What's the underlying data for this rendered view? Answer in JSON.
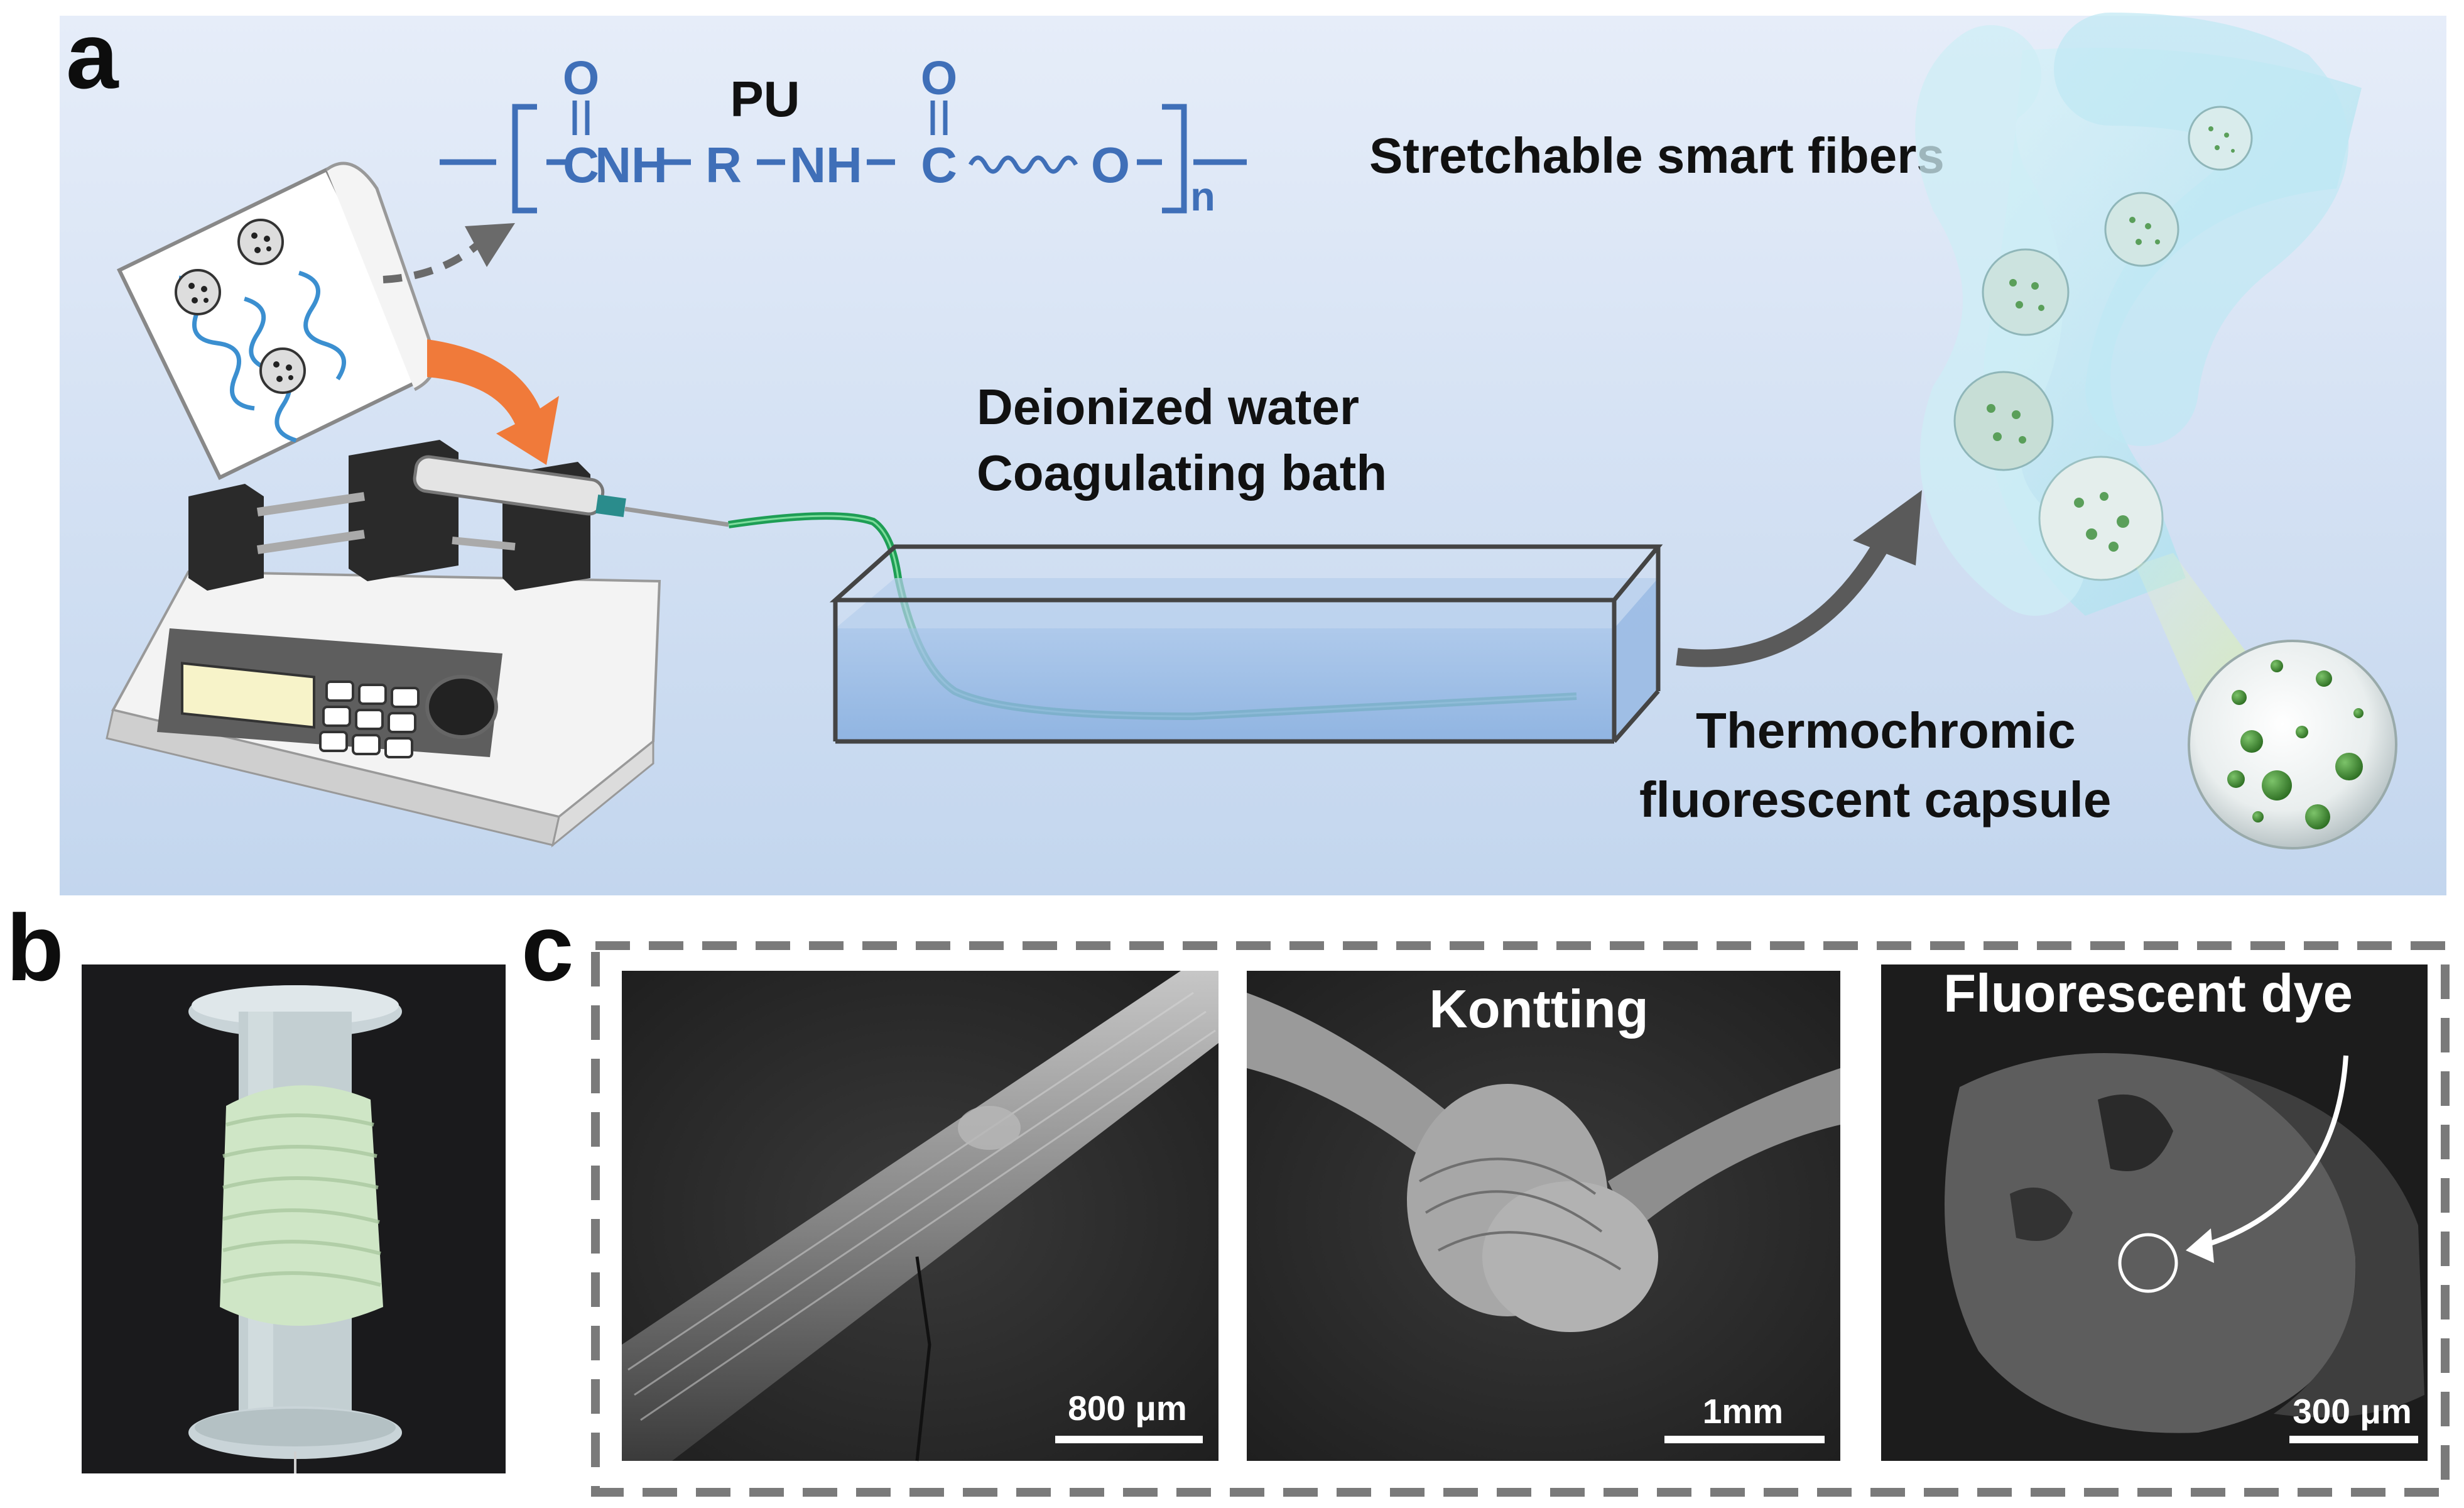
{
  "colors": {
    "panel_a_bg_top": "#e4ecf8",
    "panel_a_bg_bottom": "#c6d8ef",
    "chem_blue": "#3f6fb8",
    "fiber_green": "#1e9e55",
    "capsule_green": "#3a8a2e",
    "arrow_orange": "#f07a3a",
    "fiber_cyan": "#bfe8f3",
    "dash_gray": "#7a7a7a"
  },
  "panel_a": {
    "label": "a",
    "polymer_name": "PU",
    "chem": {
      "oxygen_1": "O",
      "oxygen_2": "O",
      "segment_1": "C",
      "segment_2": "NH",
      "segment_3": "R",
      "segment_4": "NH",
      "segment_5": "C",
      "segment_6": "O",
      "subscript": "n"
    },
    "bath_title_1": "Deionized water",
    "bath_title_2": "Coagulating bath",
    "fibers_title": "Stretchable smart fibers",
    "capsule_label_1": "Thermochromic",
    "capsule_label_2": "fluorescent capsule",
    "icons": [
      "beaker-icon",
      "syringe-pump-icon",
      "coagulation-bath-icon",
      "fiber-icon",
      "capsule-icon",
      "arrow-icon"
    ]
  },
  "panel_b": {
    "label": "b",
    "photo_subject": "fiber-spool"
  },
  "panel_c": {
    "label": "c",
    "images": [
      {
        "title": "",
        "scale": "800 μm"
      },
      {
        "title": "Kontting",
        "scale": "1mm"
      },
      {
        "title": "Fluorescent dye",
        "scale": "300 μm"
      }
    ]
  }
}
